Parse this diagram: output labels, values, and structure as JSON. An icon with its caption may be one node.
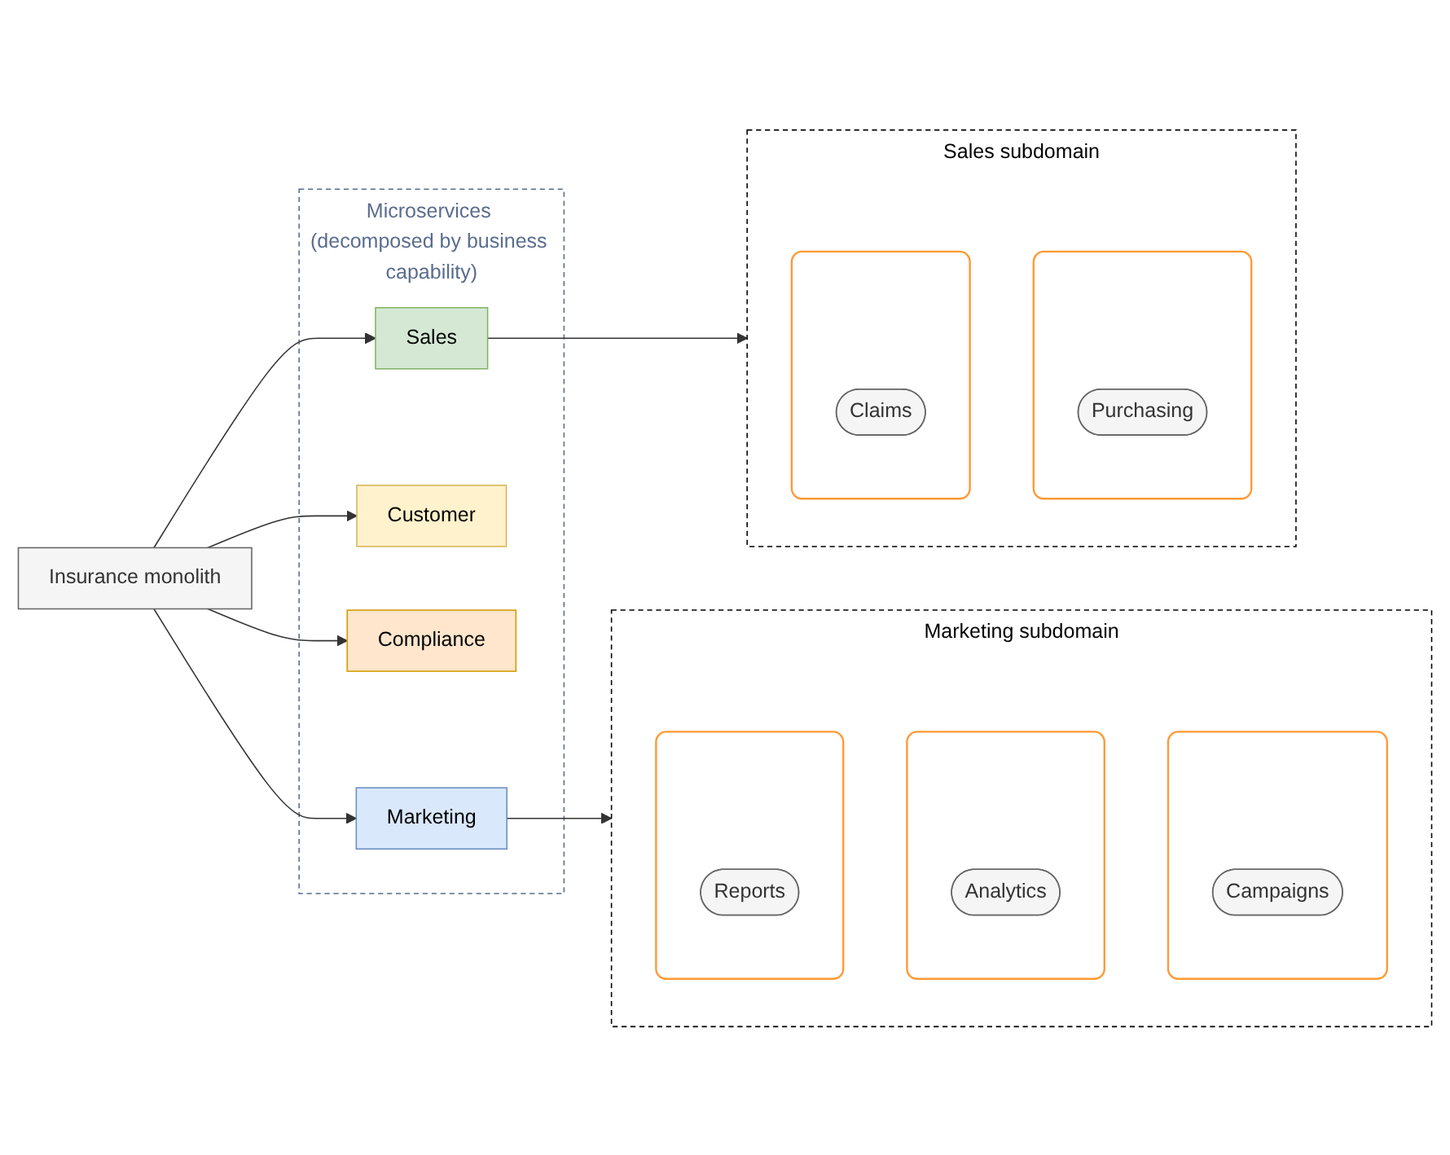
{
  "diagram": {
    "nodes": [
      {
        "text": [
          "Insurance monolith"
        ]
      },
      {
        "text": [
          "Microservices (decomposed by business capability)"
        ]
      },
      {
        "text": [
          "Sales"
        ],
        "in": 1
      },
      {
        "text": [
          "Customer"
        ],
        "in": 1
      },
      {
        "text": [
          "Compliance"
        ],
        "in": 1
      },
      {
        "text": [
          "Marketing"
        ],
        "in": 1
      },
      {
        "text": [
          "Sales subdomain"
        ]
      },
      {
        "text": [],
        "shape": "box",
        "in": 6
      },
      {
        "text": [
          "Purchasing"
        ],
        "in": 7
      },
      {
        "text": [],
        "shape": "box",
        "in": 6
      },
      {
        "text": [
          "Claims"
        ],
        "in": 9
      },
      {
        "text": [
          "Marketing subdomain"
        ]
      },
      {
        "text": [],
        "shape": "box",
        "in": 11
      },
      {
        "text": [
          "Campaigns"
        ],
        "in": 12
      },
      {
        "text": [],
        "shape": "box",
        "in": 11
      },
      {
        "text": [
          "Analytics"
        ],
        "in": 14
      },
      {
        "text": [],
        "shape": "box",
        "in": 11
      },
      {
        "text": [
          "Reports"
        ],
        "in": 16
      }
    ],
    "edges": [
      {
        "from": 0,
        "to": 2,
        "arrow": "to"
      },
      {
        "from": 0,
        "to": 3,
        "arrow": "to"
      },
      {
        "from": 0,
        "to": 4,
        "arrow": "to"
      },
      {
        "from": 0,
        "to": 5,
        "arrow": "to"
      },
      {
        "from": 2,
        "to": 6,
        "arrow": "to"
      },
      {
        "from": 5,
        "to": 11,
        "arrow": "to"
      }
    ]
  }
}
